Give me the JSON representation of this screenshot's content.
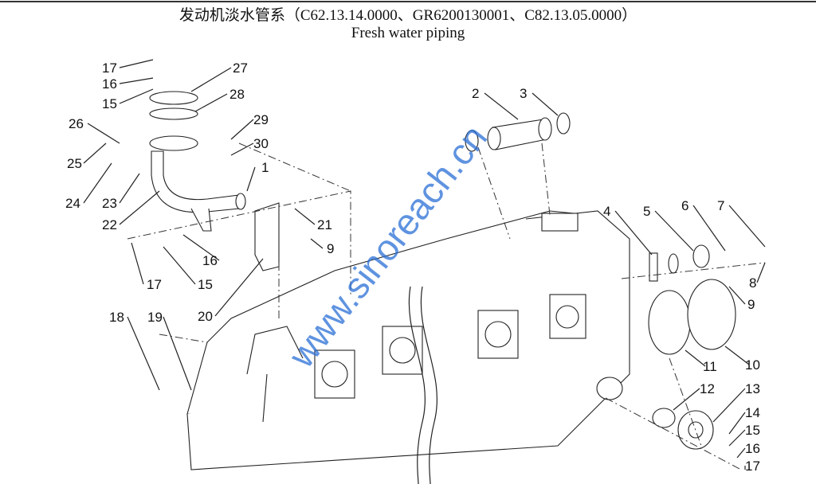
{
  "title_cn": "发动机淡水管系（C62.13.14.0000、GR6200130001、C82.13.05.0000）",
  "title_en": "Fresh water piping",
  "watermark": "www.sinoreach.cn",
  "callouts": [
    "17",
    "16",
    "15",
    "27",
    "28",
    "26",
    "29",
    "30",
    "25",
    "1",
    "24",
    "23",
    "22",
    "21",
    "16",
    "9",
    "17",
    "15",
    "20",
    "18",
    "19",
    "2",
    "3",
    "4",
    "5",
    "6",
    "7",
    "8",
    "9",
    "11",
    "10",
    "12",
    "13",
    "14",
    "15",
    "16",
    "17"
  ]
}
